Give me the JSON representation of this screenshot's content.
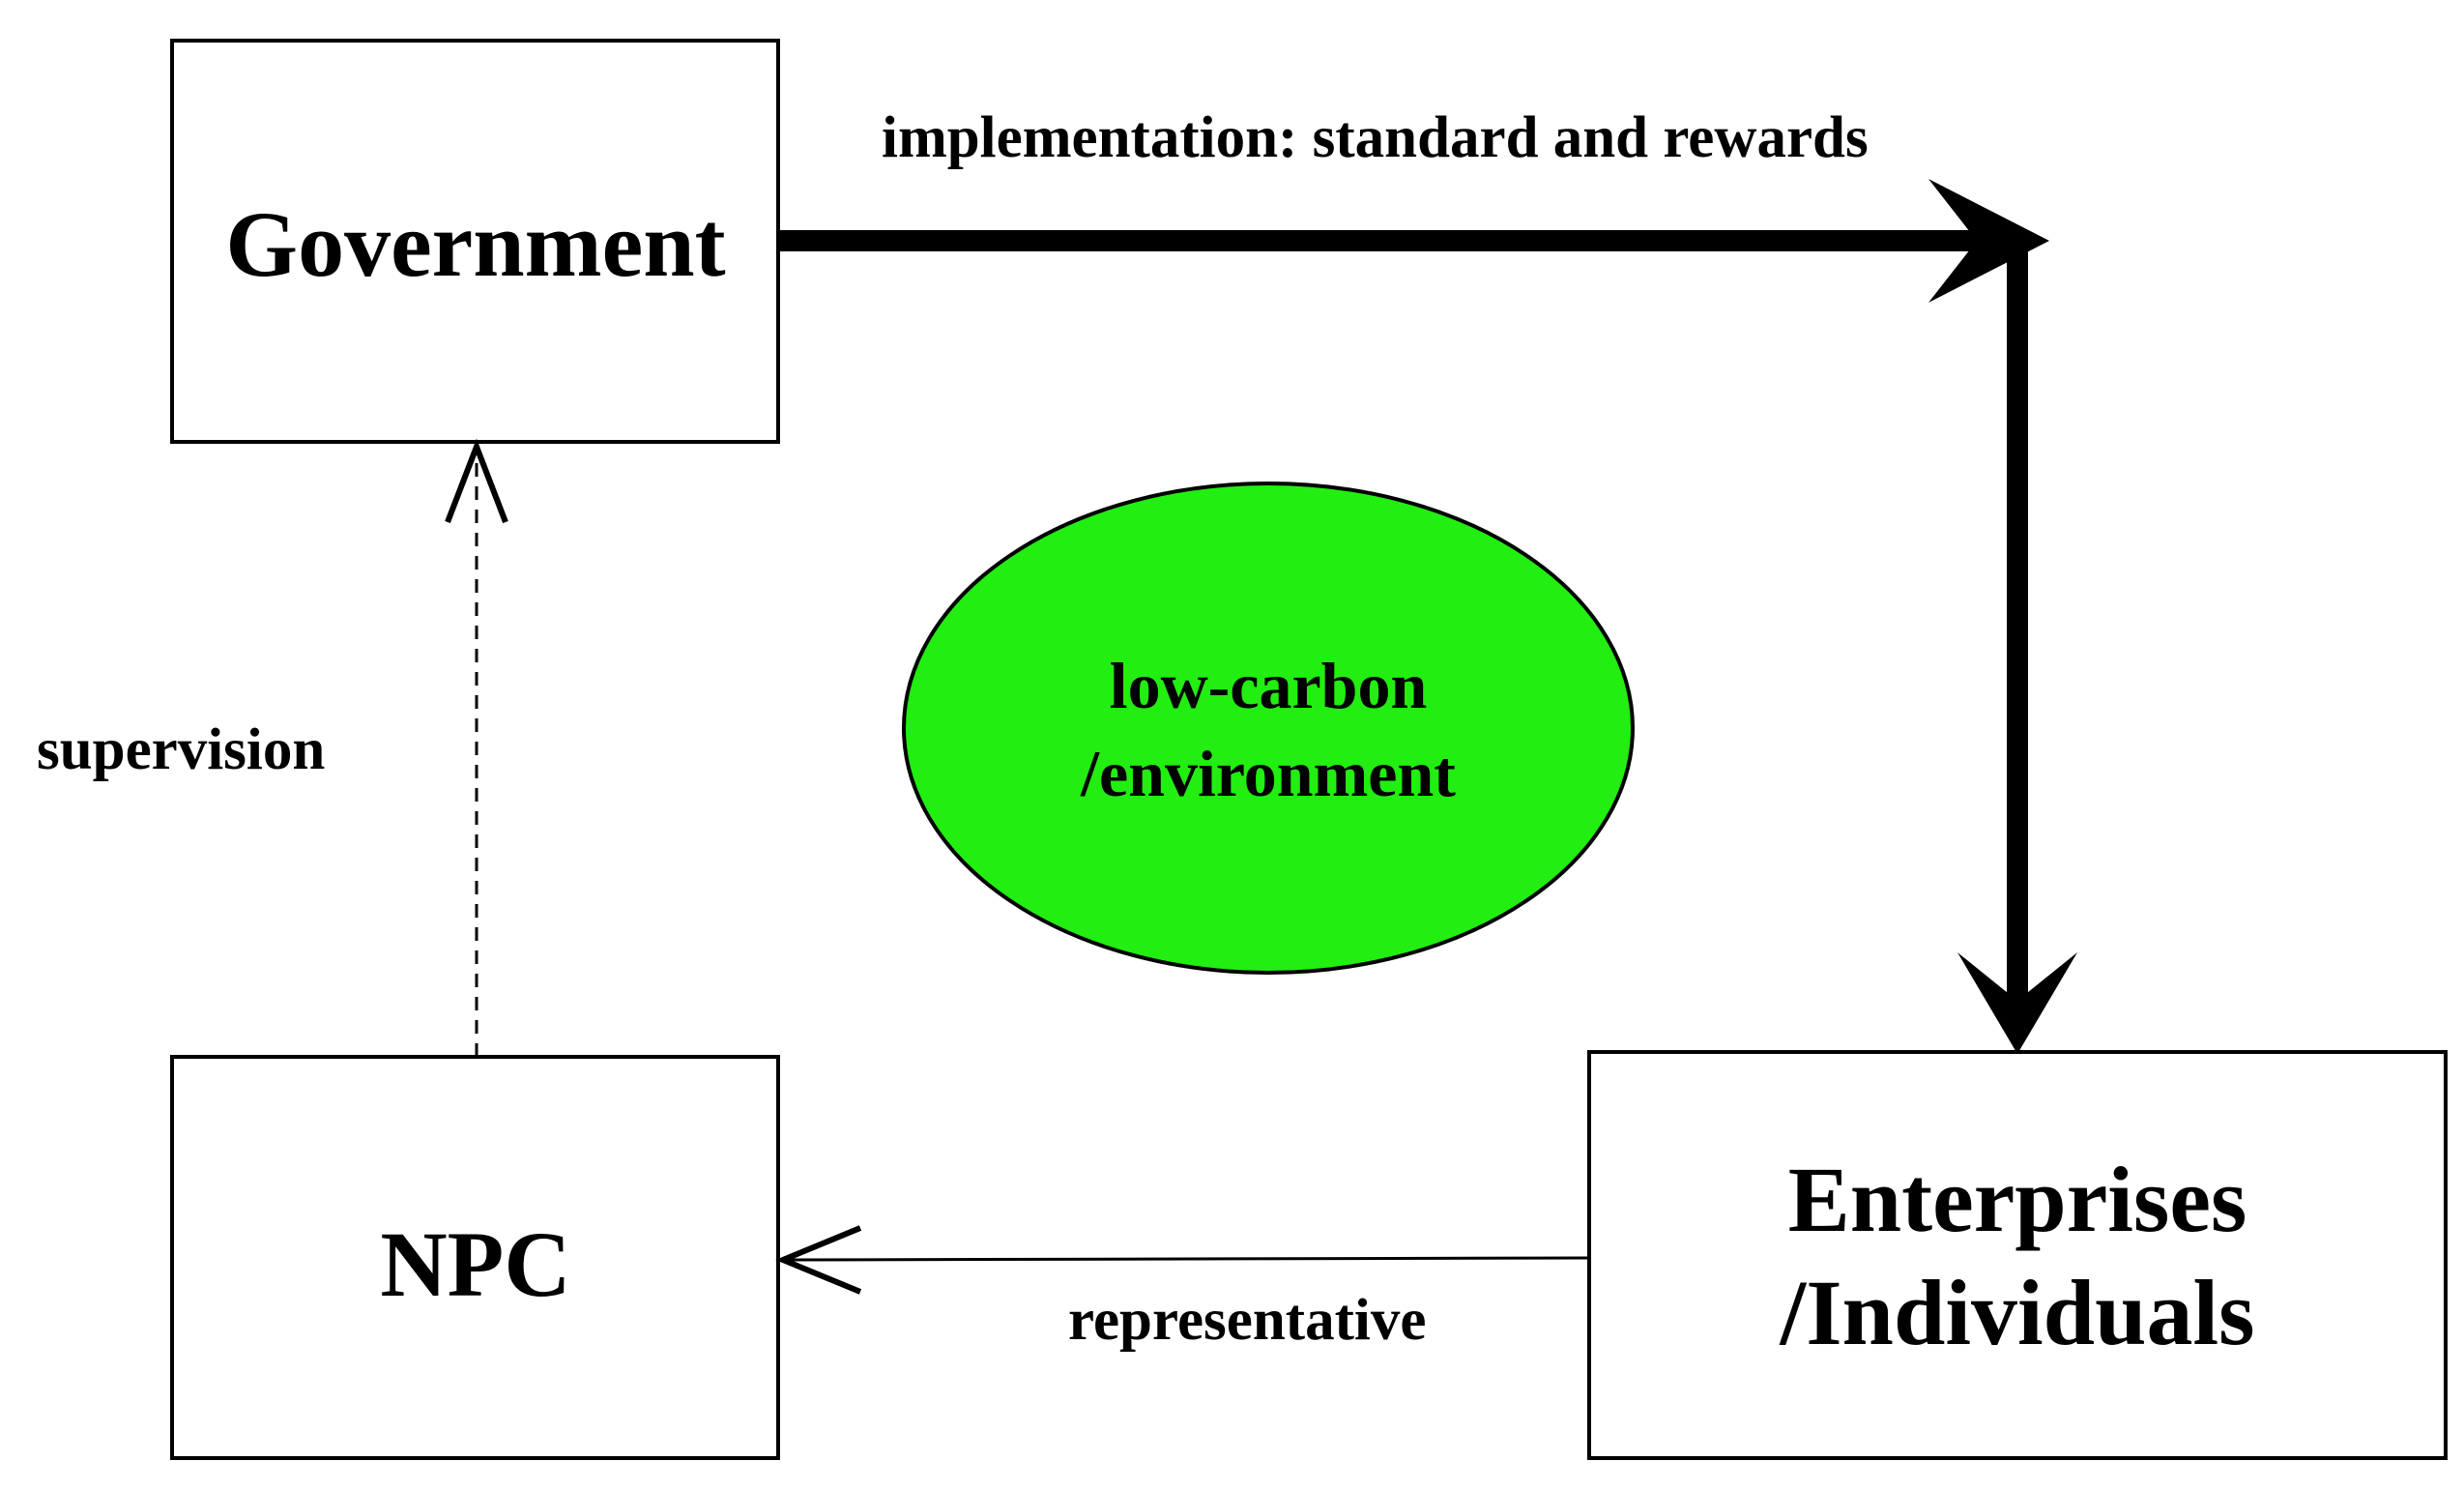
{
  "nodes": {
    "government": {
      "lines": [
        "Government"
      ]
    },
    "npc": {
      "lines": [
        "NPC"
      ]
    },
    "enterprises": {
      "lines": [
        "Enterprises",
        "/Individuals"
      ]
    },
    "center": {
      "lines": [
        "low-carbon",
        "/environment"
      ]
    }
  },
  "edges": {
    "implementation": {
      "label": "implementation: standard and rewards",
      "style": "thick solid"
    },
    "supervision": {
      "label": "supervision",
      "style": "thin dashed"
    },
    "representative": {
      "label": "representative",
      "style": "thin solid"
    }
  },
  "colors": {
    "ellipse_fill": "#22ee11",
    "stroke": "#000000",
    "background": "#ffffff"
  }
}
